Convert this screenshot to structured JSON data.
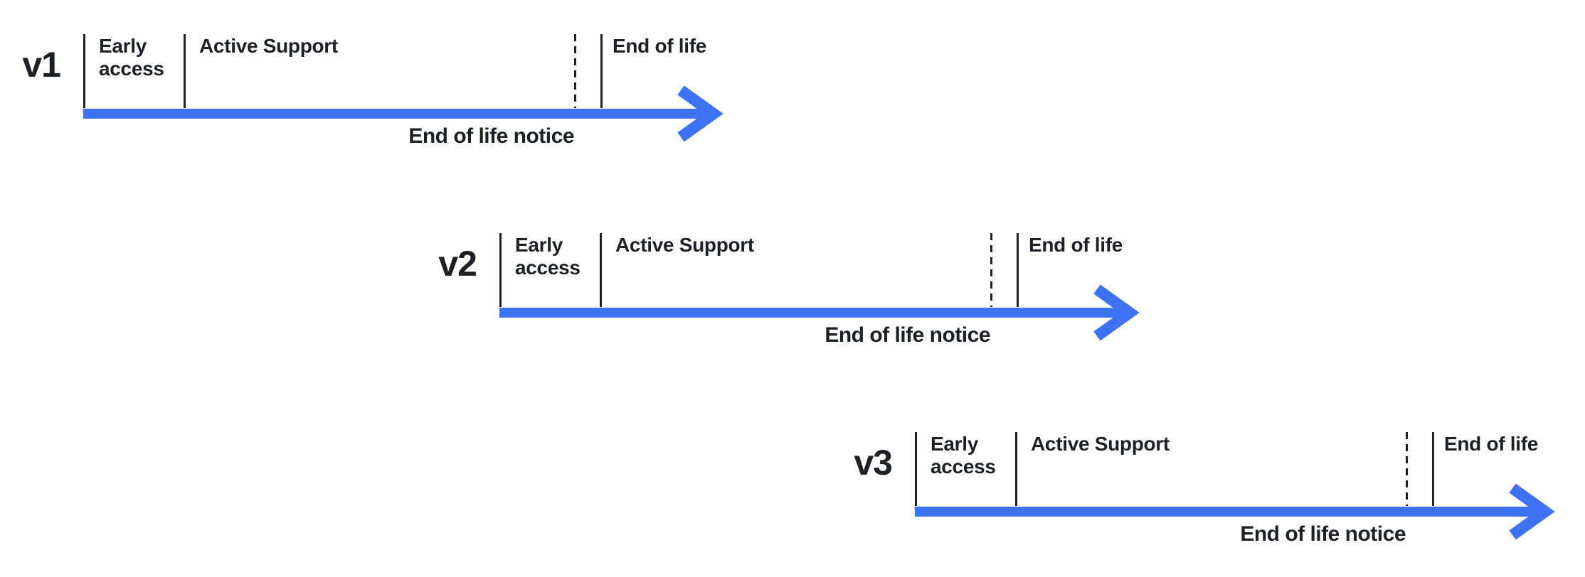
{
  "colors": {
    "background": "#ffffff",
    "ink": "#1d2025",
    "accent_blue": "#3d72f5"
  },
  "timelines": [
    {
      "version": "v1",
      "early_access_label": "Early access",
      "active_support_label": "Active Support",
      "end_of_life_label": "End of life",
      "end_of_life_notice_label": "End of life notice"
    },
    {
      "version": "v2",
      "early_access_label": "Early access",
      "active_support_label": "Active Support",
      "end_of_life_label": "End of life",
      "end_of_life_notice_label": "End of life notice"
    },
    {
      "version": "v3",
      "early_access_label": "Early access",
      "active_support_label": "Active Support",
      "end_of_life_label": "End of life",
      "end_of_life_notice_label": "End of life notice"
    }
  ]
}
